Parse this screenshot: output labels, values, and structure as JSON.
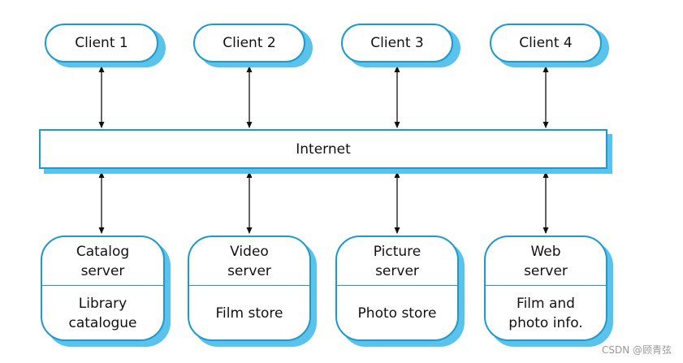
{
  "clients": [
    {
      "label": "Client 1"
    },
    {
      "label": "Client 2"
    },
    {
      "label": "Client 3"
    },
    {
      "label": "Client 4"
    }
  ],
  "internet": {
    "label": "Internet"
  },
  "servers": [
    {
      "name": "Catalog\nserver",
      "content": "Library\ncatalogue"
    },
    {
      "name": "Video\nserver",
      "content": "Film store"
    },
    {
      "name": "Picture\nserver",
      "content": "Photo store"
    },
    {
      "name": "Web\nserver",
      "content": "Film and\nphoto info."
    }
  ],
  "watermark": "CSDN @顾青弦",
  "colors": {
    "border": "#1a9ad4",
    "shadow": "#5bc2ea",
    "arrow": "#111111"
  }
}
